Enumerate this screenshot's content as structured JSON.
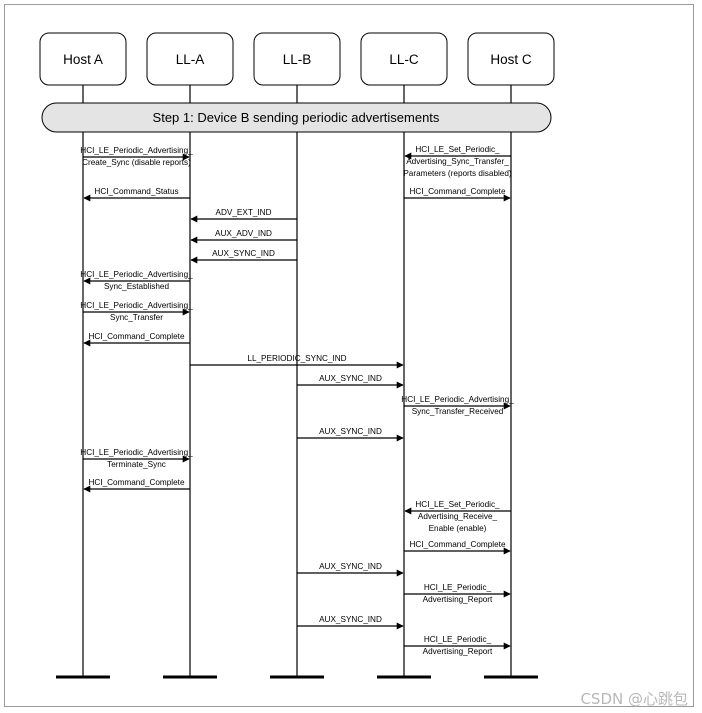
{
  "actors": [
    "Host A",
    "LL-A",
    "LL-B",
    "LL-C",
    "Host C"
  ],
  "banner": "Step 1: Device B sending periodic advertisements",
  "messages": [
    {
      "from": 0,
      "to": 1,
      "lines": [
        "HCI_LE_Periodic_Advertising_",
        "Create_Sync (disable reports)"
      ]
    },
    {
      "from": 4,
      "to": 3,
      "lines": [
        "HCI_LE_Set_Periodic_",
        "Advertising_Sync_Transfer_",
        "Parameters (reports disabled)"
      ]
    },
    {
      "from": 1,
      "to": 0,
      "lines": [
        "HCI_Command_Status"
      ]
    },
    {
      "from": 3,
      "to": 4,
      "lines": [
        "HCI_Command_Complete"
      ]
    },
    {
      "from": 2,
      "to": 1,
      "lines": [
        "ADV_EXT_IND"
      ]
    },
    {
      "from": 2,
      "to": 1,
      "lines": [
        "AUX_ADV_IND"
      ]
    },
    {
      "from": 2,
      "to": 1,
      "lines": [
        "AUX_SYNC_IND"
      ]
    },
    {
      "from": 1,
      "to": 0,
      "lines": [
        "HCI_LE_Periodic_Advertising_",
        "Sync_Established"
      ]
    },
    {
      "from": 0,
      "to": 1,
      "lines": [
        "HCI_LE_Periodic_Advertising_",
        "Sync_Transfer"
      ]
    },
    {
      "from": 1,
      "to": 0,
      "lines": [
        "HCI_Command_Complete"
      ]
    },
    {
      "from": 1,
      "to": 3,
      "lines": [
        "LL_PERIODIC_SYNC_IND"
      ]
    },
    {
      "from": 2,
      "to": 3,
      "lines": [
        "AUX_SYNC_IND"
      ]
    },
    {
      "from": 3,
      "to": 4,
      "lines": [
        "HCI_LE_Periodic_Advertising_",
        "Sync_Transfer_Received"
      ]
    },
    {
      "from": 2,
      "to": 3,
      "lines": [
        "AUX_SYNC_IND"
      ]
    },
    {
      "from": 0,
      "to": 1,
      "lines": [
        "HCI_LE_Periodic_Advertising_",
        "Terminate_Sync"
      ]
    },
    {
      "from": 1,
      "to": 0,
      "lines": [
        "HCI_Command_Complete"
      ]
    },
    {
      "from": 4,
      "to": 3,
      "lines": [
        "HCI_LE_Set_Periodic_",
        "Advertising_Receive_",
        "Enable (enable)"
      ]
    },
    {
      "from": 3,
      "to": 4,
      "lines": [
        "HCI_Command_Complete"
      ]
    },
    {
      "from": 2,
      "to": 3,
      "lines": [
        "AUX_SYNC_IND"
      ]
    },
    {
      "from": 3,
      "to": 4,
      "lines": [
        "HCI_LE_Periodic_",
        "Advertising_Report"
      ]
    },
    {
      "from": 2,
      "to": 3,
      "lines": [
        "AUX_SYNC_IND"
      ]
    },
    {
      "from": 3,
      "to": 4,
      "lines": [
        "HCI_LE_Periodic_",
        "Advertising_Report"
      ]
    }
  ],
  "watermark": "CSDN @心跳包"
}
